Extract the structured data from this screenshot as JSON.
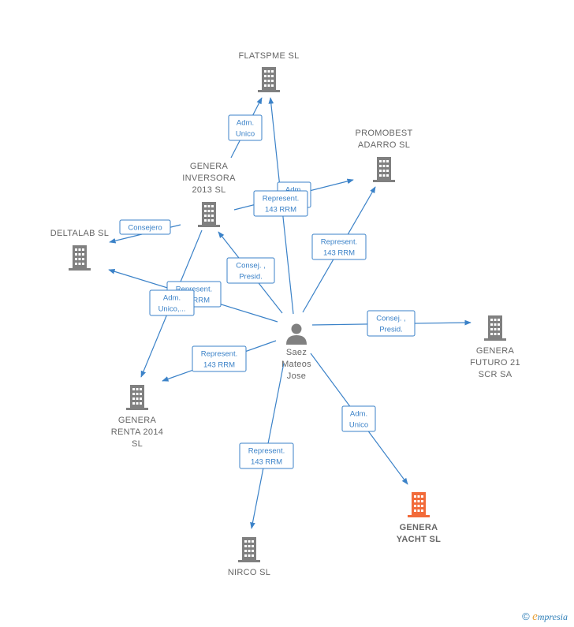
{
  "colors": {
    "edge": "#3b82c8",
    "building": "#808080",
    "building_highlight": "#f26b3a",
    "person": "#808080",
    "label": "#666666"
  },
  "center": {
    "id": "person",
    "label_lines": [
      "Saez",
      "Mateos",
      "Jose"
    ],
    "icon": "person-icon"
  },
  "companies": [
    {
      "id": "flatspme",
      "label_lines": [
        "FLATSPME  SL"
      ],
      "highlight": false
    },
    {
      "id": "promobest",
      "label_lines": [
        "PROMOBEST",
        "ADARRO  SL"
      ],
      "highlight": false
    },
    {
      "id": "genera_inversora",
      "label_lines": [
        "GENERA",
        "INVERSORA",
        "2013 SL"
      ],
      "highlight": false
    },
    {
      "id": "deltalab",
      "label_lines": [
        "DELTALAB  SL"
      ],
      "highlight": false
    },
    {
      "id": "genera_futuro",
      "label_lines": [
        "GENERA",
        "FUTURO 21",
        "SCR SA"
      ],
      "highlight": false
    },
    {
      "id": "genera_renta",
      "label_lines": [
        "GENERA",
        "RENTA 2014",
        "SL"
      ],
      "highlight": false
    },
    {
      "id": "genera_yacht",
      "label_lines": [
        "GENERA",
        "YACHT  SL"
      ],
      "highlight": true
    },
    {
      "id": "nirco",
      "label_lines": [
        "NIRCO SL"
      ],
      "highlight": false
    }
  ],
  "edges": [
    {
      "id": "e-inversora-flatspme",
      "label_lines": [
        "Adm.",
        "Unico"
      ]
    },
    {
      "id": "e-person-flatspme",
      "label_lines": [
        "Adm.",
        "Unico"
      ]
    },
    {
      "id": "e-inversora-promobest",
      "label_lines": [
        "Represent.",
        "143 RRM"
      ]
    },
    {
      "id": "e-person-promobest",
      "label_lines": [
        "Represent.",
        "143 RRM"
      ]
    },
    {
      "id": "e-inversora-deltalab",
      "label_lines": [
        "Consejero"
      ]
    },
    {
      "id": "e-person-inversora",
      "label_lines": [
        "Consej. ,",
        "Presid."
      ]
    },
    {
      "id": "e-person-deltalab",
      "label_lines": [
        "Represent.",
        "143 RRM"
      ]
    },
    {
      "id": "e-inversora-renta",
      "label_lines": [
        "Adm.",
        "Unico,..."
      ]
    },
    {
      "id": "e-person-futuro",
      "label_lines": [
        "Consej. ,",
        "Presid."
      ]
    },
    {
      "id": "e-person-renta",
      "label_lines": [
        "Represent.",
        "143 RRM"
      ]
    },
    {
      "id": "e-person-yacht",
      "label_lines": [
        "Adm.",
        "Unico"
      ]
    },
    {
      "id": "e-person-nirco",
      "label_lines": [
        "Represent.",
        "143 RRM"
      ]
    }
  ],
  "brand": {
    "copyright": "©",
    "e_letter": "e",
    "rest": "mpresia"
  }
}
